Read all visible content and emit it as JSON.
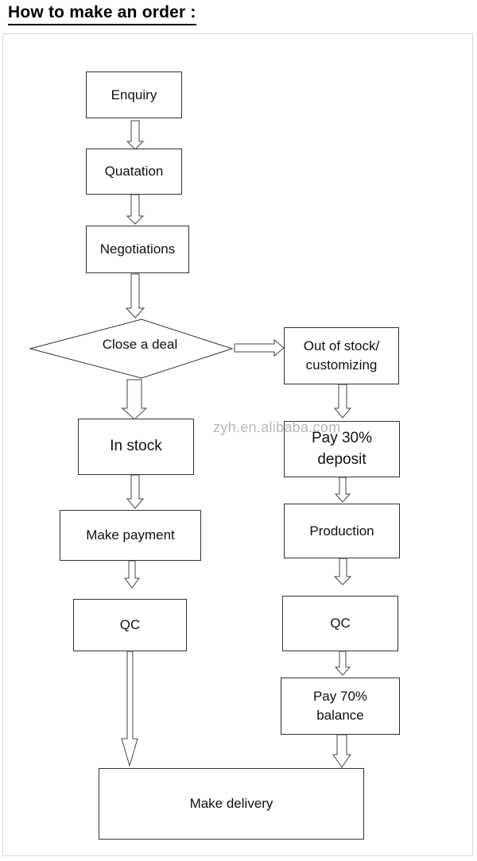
{
  "title": "How to make an order :",
  "watermark": "zyh.en.alibaba.com",
  "steps": {
    "enquiry": "Enquiry",
    "quatation": "Quatation",
    "negotiations": "Negotiations",
    "close_deal": "Close a deal",
    "out_of_stock_1": "Out of stock/",
    "out_of_stock_2": "customizing",
    "in_stock": "In stock",
    "pay_deposit_1": "Pay 30%",
    "pay_deposit_2": "deposit",
    "make_payment": "Make payment",
    "production": "Production",
    "qc_left": "QC",
    "qc_right": "QC",
    "pay_balance_1": "Pay 70%",
    "pay_balance_2": "balance",
    "make_delivery": "Make delivery"
  }
}
